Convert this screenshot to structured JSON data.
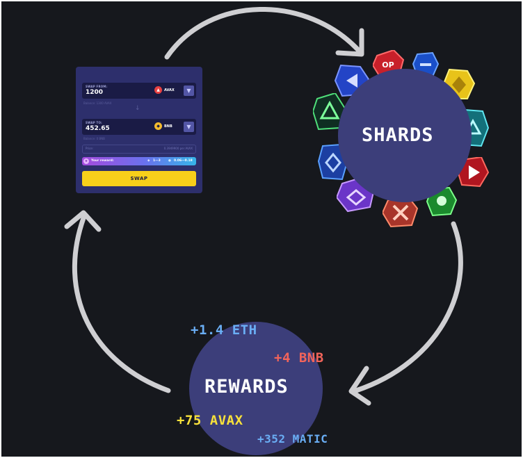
{
  "swap_card": {
    "from_label": "SWAP FROM:",
    "from_value": "1200",
    "from_token": "AVAX",
    "from_balance": "Balance: 1300 AVAX",
    "to_label": "SWAP TO:",
    "to_value": "452.65",
    "to_token": "BNB",
    "to_balance": "Balance: 0 BNB",
    "price_label": "Price:",
    "price_value": "0.3949900 per AVAX",
    "reward_label": "Your reward:",
    "reward_shards": "1—3",
    "reward_range": "0.06—0.18",
    "swap_button": "SWAP"
  },
  "shards_label": "SHARDS",
  "rewards_label": "REWARDS",
  "rewards": [
    {
      "text": "+1.4 ETH",
      "color": "#6aaef5"
    },
    {
      "text": "+4 BNB",
      "color": "#f2645a"
    },
    {
      "text": "+75 AVAX",
      "color": "#f8e13a"
    },
    {
      "text": "+352 MATIC",
      "color": "#6aaef5"
    }
  ],
  "gem_badges": {
    "op": "OP"
  },
  "colors": {
    "background": "#16181d",
    "circle": "#3c3e7a",
    "arrow": "#cfcfd2",
    "swap_button": "#f8cf1a",
    "avax_red": "#e84142",
    "bnb_yellow": "#f3ba2f"
  }
}
